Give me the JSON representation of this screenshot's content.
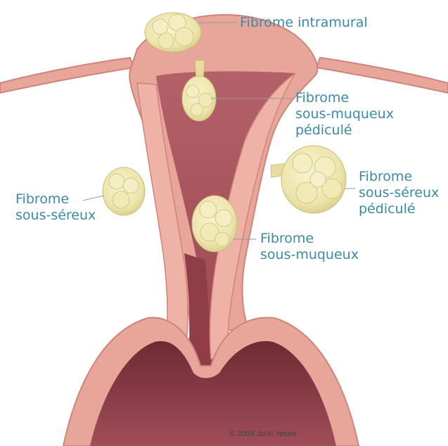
{
  "labels": {
    "intramural": [
      "Fibrome intramural"
    ],
    "submucous_pedunculated": [
      "Fibrome",
      "sous-muqueux",
      "pédiculé"
    ],
    "subserous_pedunculated": [
      "Fibrome",
      "sous-séreux",
      "pédiculé"
    ],
    "subserous": [
      "Fibrome",
      "sous-séreux"
    ],
    "submucous": [
      "Fibrome",
      "sous-muqueux"
    ]
  },
  "credit": "© 2003 John Yesko",
  "colors": {
    "label_text": "#3a8aa8",
    "uterus_wall": "#e8a59a",
    "uterus_wall_dark": "#cf8479",
    "cavity": "#a4525b",
    "cavity_deep": "#7e3038",
    "fibroid": "#f1ecbc",
    "fibroid_shade": "#d9cf92",
    "leader_line": "#9a9a9a"
  }
}
